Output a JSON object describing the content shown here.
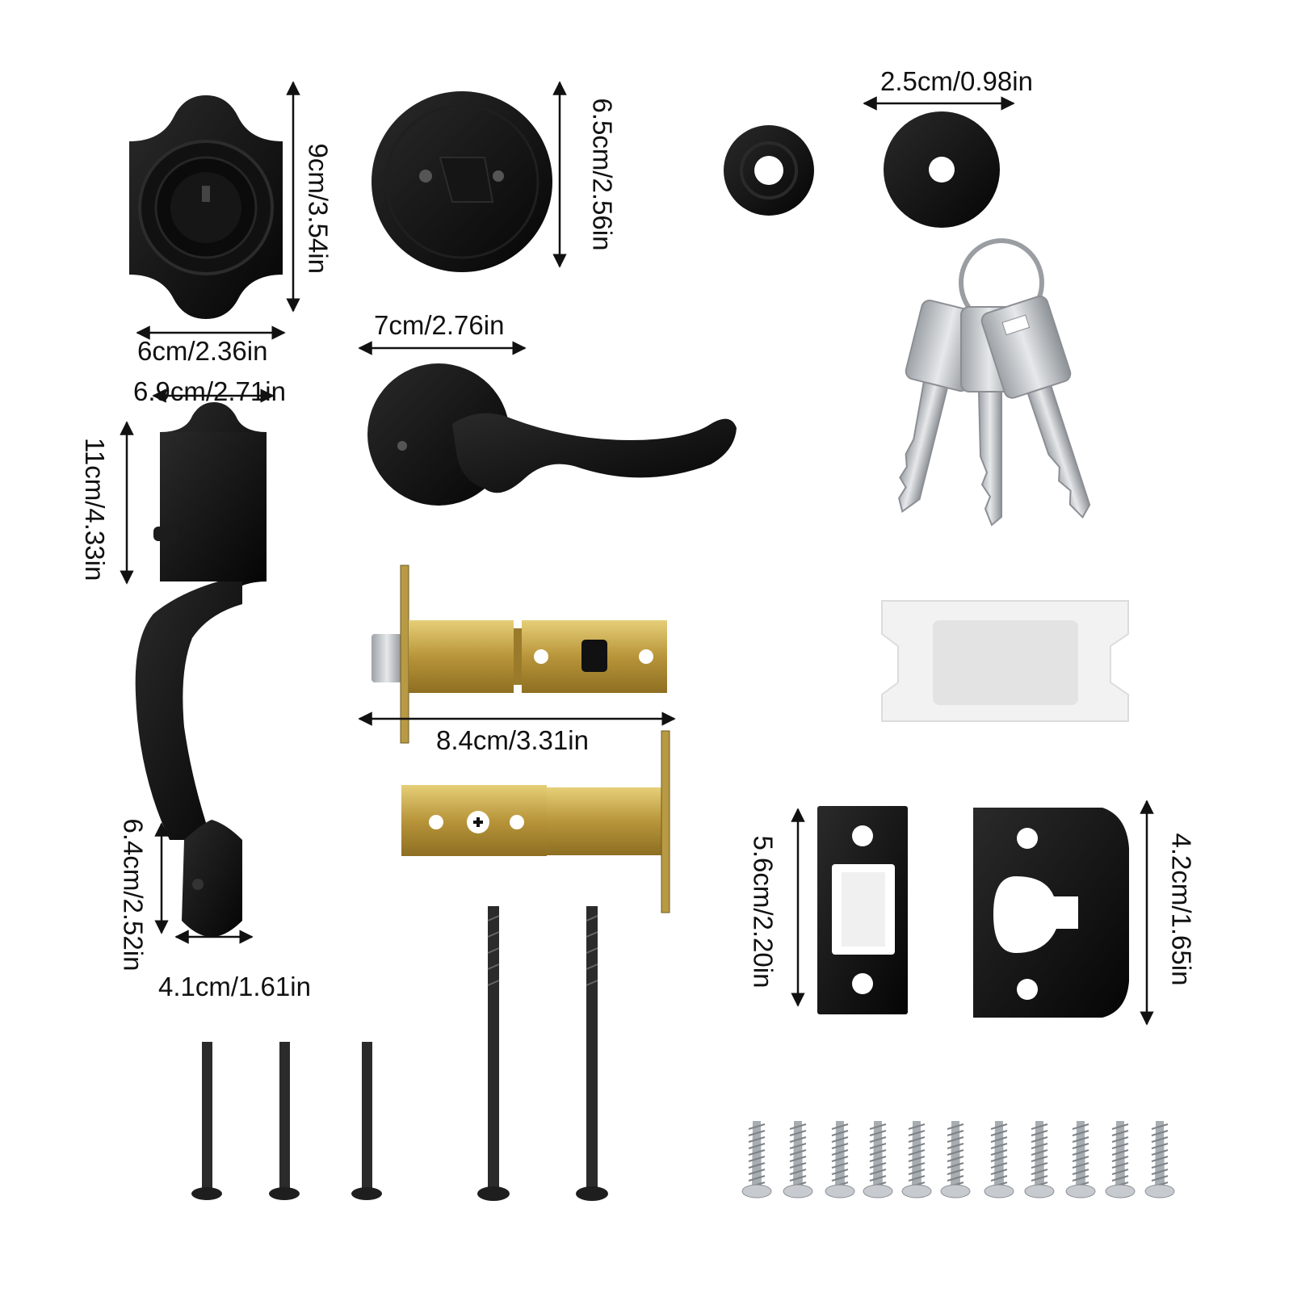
{
  "colors": {
    "background": "#ffffff",
    "hardware_black": "#0e0e0e",
    "brass": "#c9a94a",
    "steel": "#bfc3c7",
    "plastic_white": "#eeeeee",
    "text": "#111111"
  },
  "parts": {
    "deadbolt_exterior": {
      "width": "6cm/2.36in",
      "height": "9cm/3.54in"
    },
    "deadbolt_interior": {
      "height": "6.5cm/2.56in"
    },
    "rosette_spacer": {
      "width": "2.5cm/0.98in"
    },
    "handle_set": {
      "width": "6.9cm/2.71in",
      "height": "11cm/4.33in",
      "bottom_height": "6.4cm/2.52in",
      "bottom_width": "4.1cm/1.61in"
    },
    "lever": {
      "width": "7cm/2.76in"
    },
    "latch": {
      "length": "8.4cm/3.31in"
    },
    "strike_plate_small": {
      "height": "5.6cm/2.20in"
    },
    "strike_plate_large": {
      "height": "4.2cm/1.65in"
    }
  },
  "icons": [
    "deadbolt-icon",
    "lever-icon",
    "handle-icon",
    "latch-icon",
    "key-icon",
    "screw-icon",
    "strike-plate-icon"
  ]
}
